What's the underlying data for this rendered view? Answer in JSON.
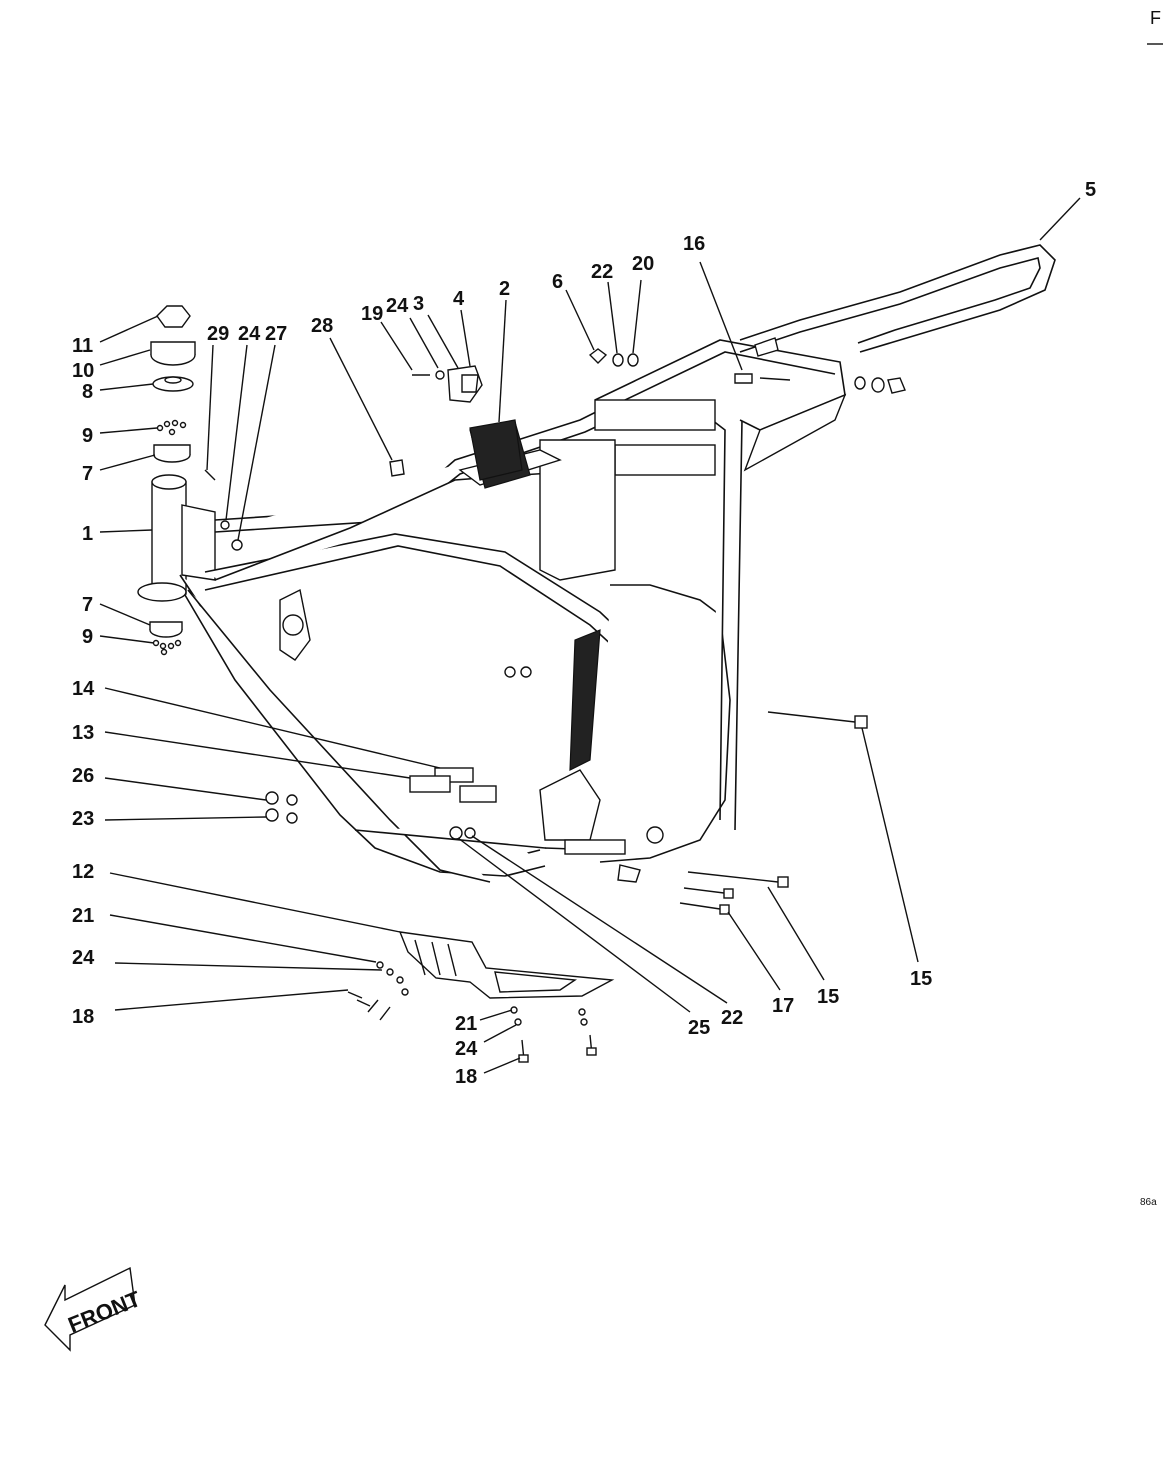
{
  "page_mark": "F",
  "figure_code": "86a",
  "front_label": "FRONT",
  "callouts": [
    {
      "id": "c11",
      "text": "11"
    },
    {
      "id": "c10",
      "text": "10"
    },
    {
      "id": "c8",
      "text": "8"
    },
    {
      "id": "c9a",
      "text": "9"
    },
    {
      "id": "c7a",
      "text": "7"
    },
    {
      "id": "c1",
      "text": "1"
    },
    {
      "id": "c7b",
      "text": "7"
    },
    {
      "id": "c9b",
      "text": "9"
    },
    {
      "id": "c14",
      "text": "14"
    },
    {
      "id": "c13",
      "text": "13"
    },
    {
      "id": "c26",
      "text": "26"
    },
    {
      "id": "c23",
      "text": "23"
    },
    {
      "id": "c12",
      "text": "12"
    },
    {
      "id": "c21a",
      "text": "21"
    },
    {
      "id": "c24a",
      "text": "24"
    },
    {
      "id": "c18a",
      "text": "18"
    },
    {
      "id": "c29",
      "text": "29"
    },
    {
      "id": "c24b",
      "text": "24"
    },
    {
      "id": "c27",
      "text": "27"
    },
    {
      "id": "c28",
      "text": "28"
    },
    {
      "id": "c19",
      "text": "19"
    },
    {
      "id": "c24c",
      "text": "24"
    },
    {
      "id": "c3",
      "text": "3"
    },
    {
      "id": "c4",
      "text": "4"
    },
    {
      "id": "c2",
      "text": "2"
    },
    {
      "id": "c6",
      "text": "6"
    },
    {
      "id": "c22a",
      "text": "22"
    },
    {
      "id": "c20",
      "text": "20"
    },
    {
      "id": "c16",
      "text": "16"
    },
    {
      "id": "c5",
      "text": "5"
    },
    {
      "id": "c15a",
      "text": "15"
    },
    {
      "id": "c15b",
      "text": "15"
    },
    {
      "id": "c17",
      "text": "17"
    },
    {
      "id": "c22b",
      "text": "22"
    },
    {
      "id": "c25",
      "text": "25"
    },
    {
      "id": "c21b",
      "text": "21"
    },
    {
      "id": "c24d",
      "text": "24"
    },
    {
      "id": "c18b",
      "text": "18"
    }
  ]
}
